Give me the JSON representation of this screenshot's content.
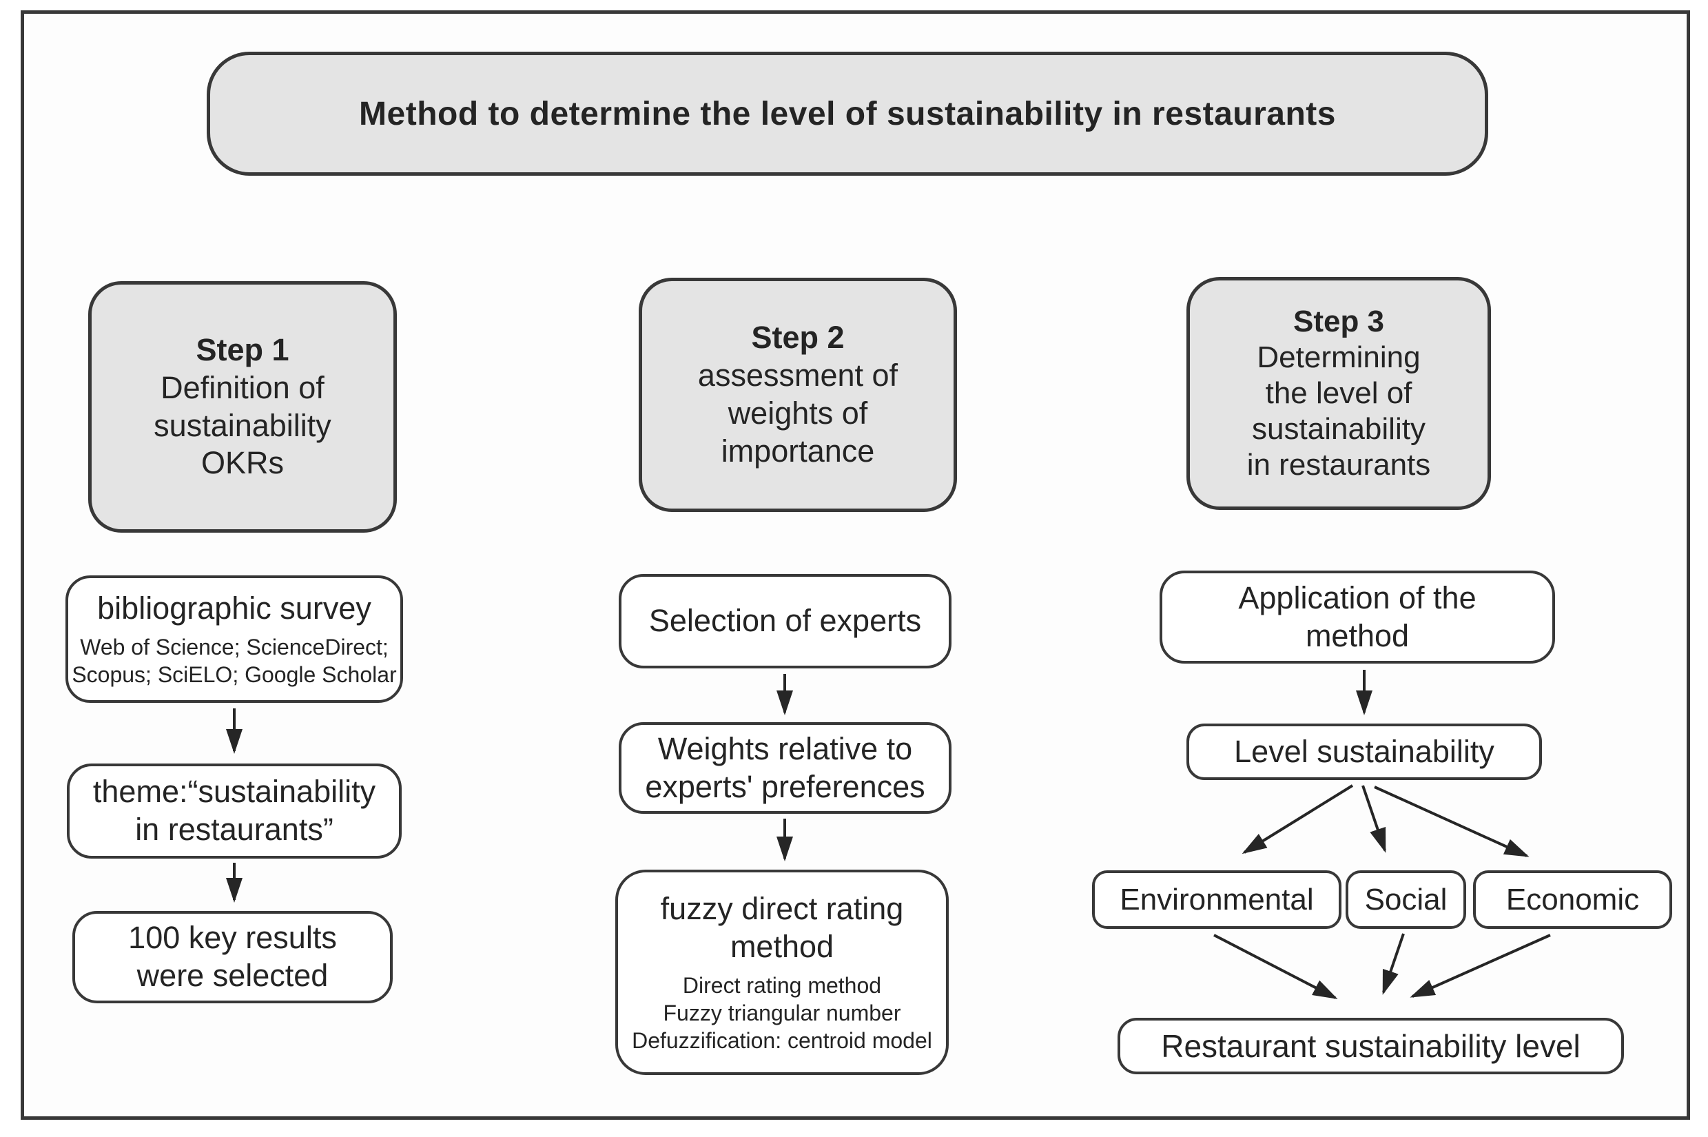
{
  "title": "Method to determine the level of sustainability in restaurants",
  "step1": {
    "header": {
      "title": "Step 1",
      "line1": "Definition of",
      "line2": "sustainability",
      "line3": "OKRs"
    },
    "survey": {
      "title": "bibliographic survey",
      "sub1": "Web of Science; ScienceDirect;",
      "sub2": "Scopus; SciELO; Google Scholar"
    },
    "theme": {
      "line1": "theme:“sustainability",
      "line2": "in restaurants”"
    },
    "results": {
      "line1": "100 key results",
      "line2": "were selected"
    }
  },
  "step2": {
    "header": {
      "title": "Step 2",
      "line1": "assessment of",
      "line2": "weights of",
      "line3": "importance"
    },
    "experts": "Selection of experts",
    "weights": {
      "line1": "Weights relative to",
      "line2": "experts' preferences"
    },
    "fuzzy": {
      "title1": "fuzzy direct rating",
      "title2": "method",
      "sub1": "Direct rating method",
      "sub2": "Fuzzy triangular number",
      "sub3": "Defuzzification: centroid model"
    }
  },
  "step3": {
    "header": {
      "title": "Step 3",
      "line1": "Determining",
      "line2": "the level of",
      "line3": "sustainability",
      "line4": "in restaurants"
    },
    "application": {
      "line1": "Application of the",
      "line2": "method"
    },
    "level": "Level sustainability",
    "dimensions": {
      "environmental": "Environmental",
      "social": "Social",
      "economic": "Economic"
    },
    "final": "Restaurant sustainability level"
  },
  "colors": {
    "box_fill": "#e4e4e4",
    "border": "#383838",
    "text": "#242424",
    "arrow": "#262626"
  }
}
